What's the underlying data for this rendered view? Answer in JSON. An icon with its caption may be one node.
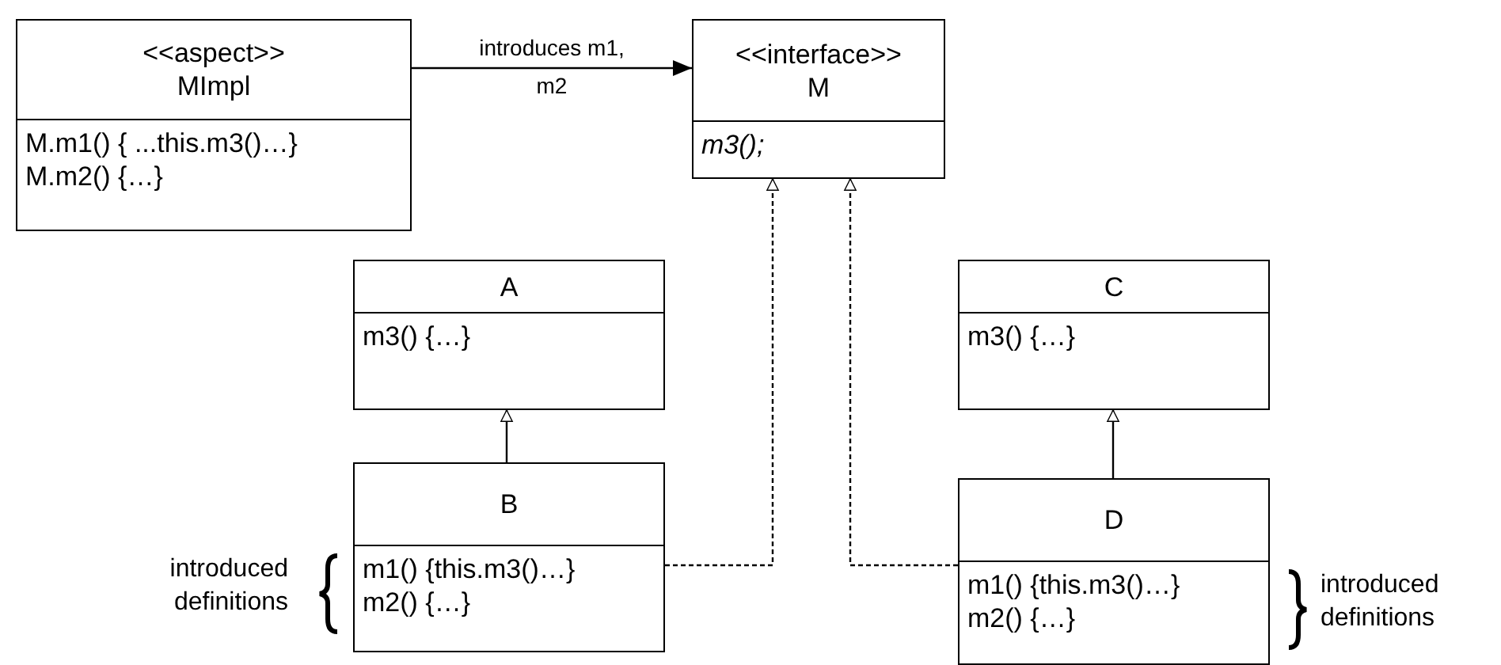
{
  "diagram": {
    "nodes": [
      {
        "text": [
          "<<aspect>>",
          "MImpl",
          "M.m1() { ...this.m3()…}",
          "M.m2() {…}"
        ]
      },
      {
        "text": [
          "<<interface>>",
          "M",
          "m3();"
        ]
      },
      {
        "text": [
          "A",
          "m3() {…}"
        ]
      },
      {
        "text": [
          "B",
          "m1() {this.m3()…}",
          "m2() {…}"
        ],
        "beside": [
          "introduced definitions"
        ]
      },
      {
        "text": [
          "C",
          "m3() {…}"
        ]
      },
      {
        "text": [
          "D",
          "m1() {this.m3()…}",
          "m2() {…}"
        ],
        "beside": [
          "introduced definitions"
        ]
      }
    ],
    "edges": [
      {
        "from": 0,
        "to": 1,
        "arrow": "to",
        "label": "introduces m1, m2"
      },
      {
        "from": 3,
        "to": 2,
        "arrow": "to"
      },
      {
        "from": 5,
        "to": 4,
        "arrow": "to"
      },
      {
        "from": 3,
        "to": 1,
        "arrow": "to",
        "style": "dashed"
      },
      {
        "from": 5,
        "to": 1,
        "arrow": "to",
        "style": "dashed"
      }
    ]
  }
}
